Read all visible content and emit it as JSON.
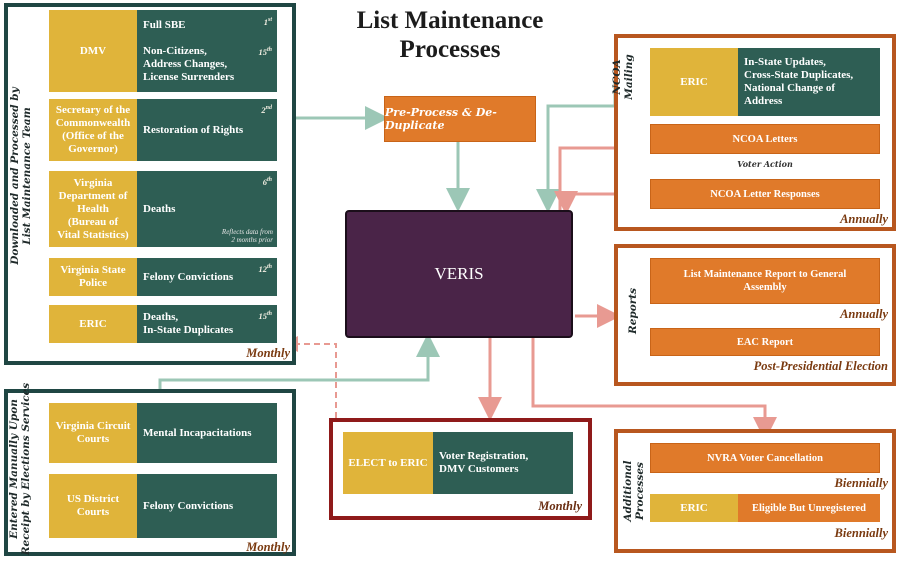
{
  "title": {
    "line1": "List Maintenance",
    "line2": "Processes"
  },
  "colors": {
    "dark_green": "#2e5e54",
    "gold": "#e0b43a",
    "orange": "#e07a2a",
    "veris_purple": "#4a2448",
    "arrow_teal": "#9cc7b6",
    "arrow_pink": "#e89a92",
    "frame_red": "#8f1a1a",
    "frame_orange": "#b8571f"
  },
  "left_top": {
    "side_label_line1": "Downloaded and Processed by",
    "side_label_line2": "List Maintenance Team",
    "frequency": "Monthly",
    "rows": [
      {
        "source": "DMV",
        "item1": "Full SBE",
        "ord1": "1",
        "ord1_sup": "st",
        "item2_line1": "Non-Citizens,",
        "item2_line2": "Address Changes,",
        "item2_line3": "License Surrenders",
        "ord2": "15",
        "ord2_sup": "th"
      },
      {
        "source_line1": "Secretary of the",
        "source_line2": "Commonwealth",
        "source_line3": "(Office of the",
        "source_line4": "Governor)",
        "item": "Restoration of Rights",
        "ord": "2",
        "ord_sup": "nd"
      },
      {
        "source_line1": "Virginia",
        "source_line2": "Department of",
        "source_line3": "Health",
        "source_line4": "(Bureau of",
        "source_line5": "Vital Statistics)",
        "item": "Deaths",
        "ord": "6",
        "ord_sup": "th",
        "note_line1": "Reflects data from",
        "note_line2": "2 months prior"
      },
      {
        "source_line1": "Virginia State",
        "source_line2": "Police",
        "item": "Felony Convictions",
        "ord": "12",
        "ord_sup": "th"
      },
      {
        "source": "ERIC",
        "item_line1": "Deaths,",
        "item_line2": "In-State Duplicates",
        "ord": "15",
        "ord_sup": "th"
      }
    ]
  },
  "left_bottom": {
    "side_label_line1": "Entered Manually Upon",
    "side_label_line2": "Receipt by Elections Services",
    "frequency": "Monthly",
    "rows": [
      {
        "source_line1": "Virginia Circuit",
        "source_line2": "Courts",
        "item": "Mental Incapacitations"
      },
      {
        "source_line1": "US District",
        "source_line2": "Courts",
        "item": "Felony Convictions"
      }
    ]
  },
  "center": {
    "pre_process": "Pre-Process & De-Duplicate",
    "veris": "VERIS"
  },
  "elect_box": {
    "source": "ELECT to ERIC",
    "item_line1": "Voter Registration,",
    "item_line2": "DMV Customers",
    "frequency": "Monthly"
  },
  "ncoa": {
    "side_label_line1": "NCOA",
    "side_label_line2": "Mailing",
    "eric_source": "ERIC",
    "eric_item_line1": "In-State Updates,",
    "eric_item_line2": "Cross-State Duplicates,",
    "eric_item_line3": "National Change of",
    "eric_item_line4": "Address",
    "letters": "NCOA Letters",
    "voter_action": "Voter Action",
    "responses": "NCOA Letter Responses",
    "frequency": "Annually"
  },
  "reports": {
    "side_label": "Reports",
    "item1_line1": "List Maintenance Report to General",
    "item1_line2": "Assembly",
    "frequency1": "Annually",
    "item2": "EAC Report",
    "frequency2": "Post-Presidential Election"
  },
  "additional": {
    "side_label_line1": "Additional",
    "side_label_line2": "Processes",
    "nvra": "NVRA Voter Cancellation",
    "frequency1": "Biennially",
    "eric_source": "ERIC",
    "eric_item": "Eligible But Unregistered",
    "frequency2": "Biennially"
  }
}
